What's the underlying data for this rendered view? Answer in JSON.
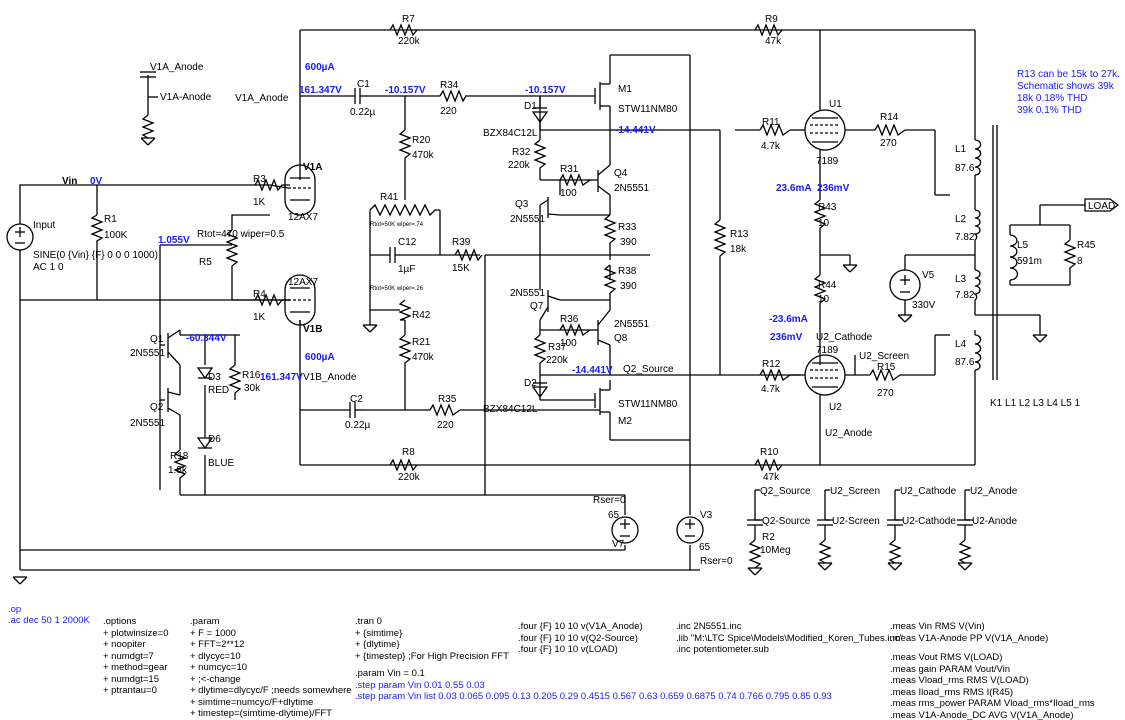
{
  "labels": {
    "vin": "Vin",
    "v_zero": "0V",
    "input": "Input",
    "input_src1": "SINE(0 {Vin} {F} 0 0 0 1000)",
    "input_src2": "AC 1 0",
    "r1": "R1",
    "r1v": "100K",
    "r3": "R3",
    "r3v": "1K",
    "r4": "R4",
    "r4v": "1K",
    "r5": "R5",
    "rtot": "Rtot=470 wiper=0.5",
    "v1a": "V1A",
    "v1a_t": "12AX7",
    "v1b": "V1B",
    "v1b_t": "12AX7",
    "v1a_anode": "V1A_Anode",
    "v1b_anode": "V1B_Anode",
    "v1a_anode_net": "V1A_Anode",
    "v161a": "161.347V",
    "v161b": "161.347V",
    "i600a": "600µA",
    "i600b": "600µA",
    "v1055": "1.055V",
    "r7": "R7",
    "r7v": "220k",
    "r8": "R8",
    "r8v": "220k",
    "r9": "R9",
    "r9v": "47k",
    "r10": "R10",
    "r10v": "47k",
    "c1": "C1",
    "c1v": "0.22µ",
    "c2": "C2",
    "c2v": "0.22µ",
    "c12": "C12",
    "c12v": "1µF",
    "v10157a": "-10.157V",
    "v10157b": "-10.157V",
    "r34": "R34",
    "r34v": "220",
    "r35": "R35",
    "r35v": "220",
    "r20": "R20",
    "r20v": "470k",
    "r21": "R21",
    "r21v": "470k",
    "r41": "R41",
    "r41v": "Rtot=50K wiper=.74",
    "r42": "R42",
    "r42v": "Rtot=50K wiper=.26",
    "r39": "R39",
    "r39v": "15K",
    "m1": "M1",
    "m1v": "STW11NM80",
    "m2": "M2",
    "m2v": "STW11NM80",
    "d1": "D1",
    "d1v": "BZX84C12L",
    "d2": "D2",
    "d2v": "BZX84C12L",
    "v14441a": "-14.441V",
    "v14441b": "-14.441V",
    "r32": "R32",
    "r32v": "220k",
    "r31": "R31",
    "r31v": "100",
    "r33": "R33",
    "r33v": "390",
    "r38": "R38",
    "r38v": "390",
    "r36": "R36",
    "r36v": "100",
    "r37": "R37",
    "r37v": "220k",
    "q3": "Q3",
    "q3v": "2N5551",
    "q4": "Q4",
    "q4v": "2N5551",
    "q7": "Q7",
    "q7v": "2N5551",
    "q8": "Q8",
    "q8v": "2N5551",
    "q2_source": "Q2_Source",
    "r13": "R13",
    "r13v": "18k",
    "q1": "Q1",
    "q1v": "2N5551",
    "q2": "Q2",
    "q2v": "2N5551",
    "v60344": "-60.344V",
    "d3": "D3",
    "d3v": "RED",
    "r16": "R16",
    "r16v": "30k",
    "d6": "D6",
    "d6v": "BLUE",
    "r18": "R18",
    "r18v": "1.8k",
    "v7": "V7",
    "v7v": "65",
    "rser0a": "Rser=0",
    "v3": "V3",
    "v3v": "65",
    "rser0b": "Rser=0",
    "u1": "U1",
    "u1v": "7189",
    "u2": "U2",
    "u2v": "7189",
    "r11": "R11",
    "r11v": "4.7k",
    "r12": "R12",
    "r12v": "4.7k",
    "r14": "R14",
    "r14v": "270",
    "r15": "R15",
    "r15v": "270",
    "i236a": "23.6mA",
    "v236a": "236mV",
    "i236b": "-23.6mA",
    "v236b": "236mV",
    "r43": "R43",
    "r43v": "10",
    "r44": "R44",
    "r44v": "10",
    "u2_cathode": "U2_Cathode",
    "u2_screen": "U2_Screen",
    "u2_anode": "U2_Anode",
    "l1": "L1",
    "l1v": "87.6",
    "l2": "L2",
    "l2v": "7.82",
    "l3": "L3",
    "l3v": "7.82",
    "l4": "L4",
    "l4v": "87.6",
    "l5": "L5",
    "l5v": "591m",
    "r45": "R45",
    "r45v": "8",
    "v5": "V5",
    "v5v": "330V",
    "load": "LOAD",
    "kline": "K1 L1 L2 L3 L4 L5 1",
    "note1": "R13 can be 15k to 27k.",
    "note2": "Schematic shows 39k",
    "note3": "18k 0.18% THD",
    "note4": "39k 0.1% THD",
    "p_q2_source": "Q2_Source",
    "p_q2_source_r": "Q2-Source",
    "p_u2_screen": "U2_Screen",
    "p_u2_screen_r": "U2-Screen",
    "p_u2_cathode": "U2_Cathode",
    "p_u2_cathode_r": "U2-Cathode",
    "p_u2_anode": "U2_Anode",
    "p_u2_anode_r": "U2-Anode",
    "r2": "R2",
    "r2v": "10Meg",
    "net_v1a_top1": "V1A_Anode",
    "net_v1a_top2": "V1A-Anode"
  },
  "directives": {
    "op": ".op",
    "ac": ".ac dec 50 1 2000K",
    "options": [
      ".options",
      "+ plotwinsize=0",
      "+ noopiter",
      "+ numdgt=7",
      "+ method=gear",
      "+ numdgt=15",
      "+ ptrantau=0"
    ],
    "param": [
      ".param",
      "+ F = 1000",
      "+ FFT=2**12",
      "+ dlycyc=10",
      "+ numcyc=10",
      "+ ;<-change",
      "+ dlytime=dlycyc/F ;needs somewhere",
      "+ simtime=numcyc/F+dlytime",
      "+ timestep=(simtime-dlytime)/FFT"
    ],
    "tran": [
      ".tran 0",
      "+ {simtime}",
      "+ {dlytime}",
      "+ {timestep} ;For High Precision FFT"
    ],
    "param_vin": ".param Vin = 0.1",
    "step1": ".step param Vin 0.01 0.55 0.03",
    "step2": ".step param Vin list 0.03 0.065 0.095 0.13 0.205 0.29 0.4515 0.567 0.63 0.659 0.6875 0.74 0.766 0.795 0.85 0.93",
    "four": [
      ".four {F} 10 10 v(V1A_Anode)",
      ".four {F} 10 10 v(Q2-Source)",
      ".four {F} 10 10 v(LOAD)"
    ],
    "inc": [
      ".inc 2N5551.inc",
      ".lib \"M:\\LTC Spice\\Models\\Modified_Koren_Tubes.inc\"",
      ".inc potentiometer.sub"
    ],
    "meas1": [
      ".meas Vin RMS V(Vin)",
      ".meas V1A-Anode PP V(V1A_Anode)"
    ],
    "meas2": [
      ".meas Vout RMS V(LOAD)",
      ".meas gain PARAM Vout/Vin",
      ".meas Vload_rms RMS V(LOAD)",
      ".meas Iload_rms RMS I(R45)",
      ".meas rms_power PARAM Vload_rms*Iload_rms",
      ".meas V1A-Anode_DC AVG V(V1A_Anode)"
    ]
  }
}
